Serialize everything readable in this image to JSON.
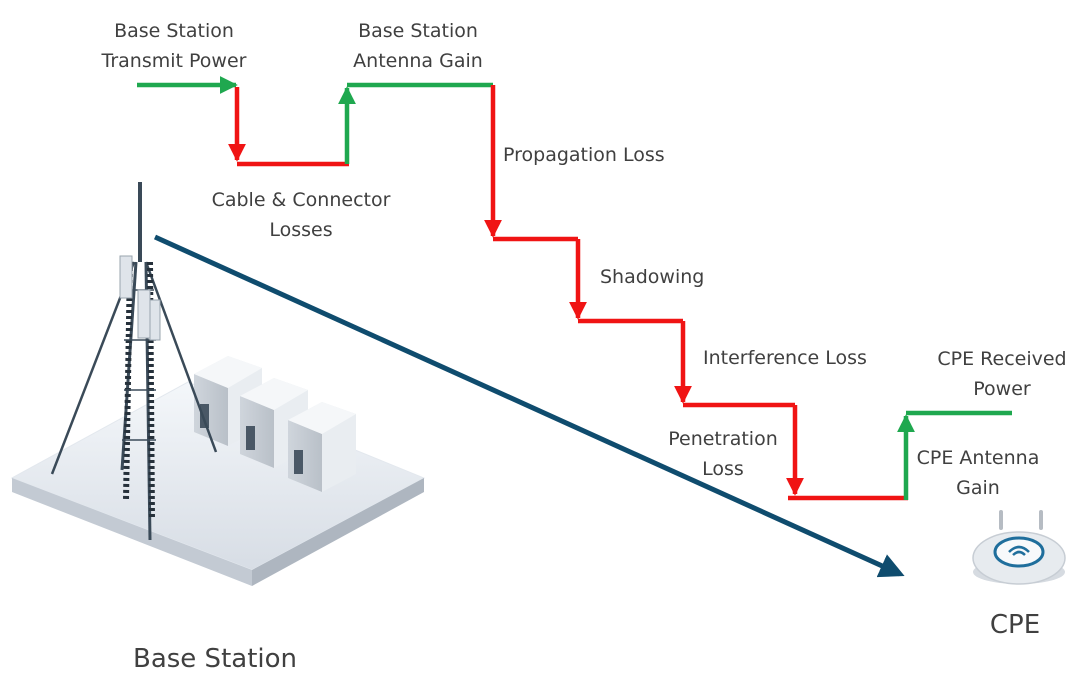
{
  "labels": {
    "bs_transmit_power": [
      "Base Station",
      "Transmit Power"
    ],
    "bs_antenna_gain": [
      "Base Station",
      "Antenna Gain"
    ],
    "cable_losses": [
      "Cable & Connector",
      "Losses"
    ],
    "propagation_loss": "Propagation Loss",
    "shadowing": "Shadowing",
    "interference_loss": "Interference Loss",
    "penetration_loss": [
      "Penetration",
      "Loss"
    ],
    "cpe_received_power": [
      "CPE Received",
      "Power"
    ],
    "cpe_antenna_gain": [
      "CPE Antenna",
      "Gain"
    ],
    "base_station": "Base Station",
    "cpe": "CPE"
  },
  "colors": {
    "gain": "#1fa84f",
    "loss": "#f01414",
    "link": "#0f4c6e",
    "text": "#404040"
  },
  "icons": [
    "base-station-tower-icon",
    "equipment-cabinet-icon",
    "cpe-router-icon"
  ]
}
